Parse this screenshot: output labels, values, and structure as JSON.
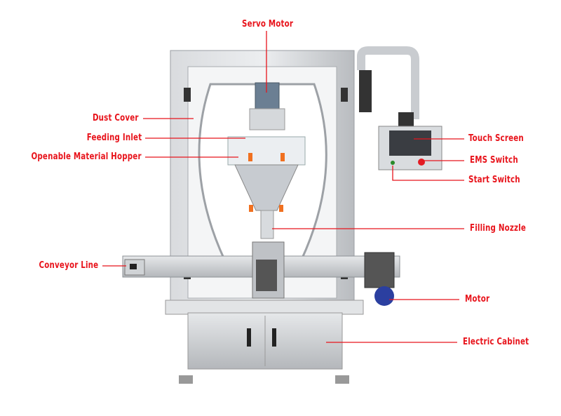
{
  "labels": {
    "servo_motor": "Servo Motor",
    "dust_cover": "Dust Cover",
    "feeding_inlet": "Feeding Inlet",
    "hopper": "Openable Material Hopper",
    "touch_screen": "Touch Screen",
    "ems_switch": "EMS Switch",
    "start_switch": "Start Switch",
    "filling_nozzle": "Filling Nozzle",
    "conveyor_line": "Conveyor Line",
    "motor": "Motor",
    "electric_cabinet": "Electric Cabinet"
  },
  "colors": {
    "label": "#e8141c",
    "steel": "#c9ccd0",
    "steel_dark": "#8d9196"
  }
}
